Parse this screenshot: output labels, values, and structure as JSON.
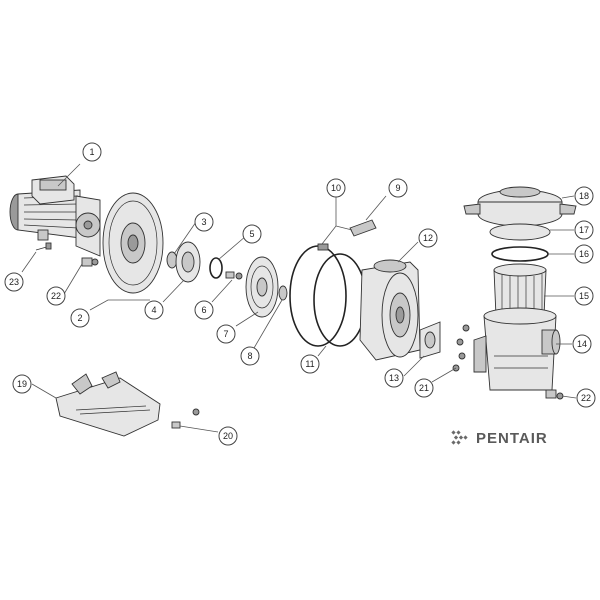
{
  "brand": {
    "name": "PENTAIR",
    "color": "#5a5a5a",
    "logo_icon": "pentair-wave-logo-icon"
  },
  "callouts": [
    "1",
    "2",
    "3",
    "4",
    "5",
    "6",
    "7",
    "8",
    "9",
    "10",
    "11",
    "12",
    "13",
    "14",
    "15",
    "16",
    "17",
    "18",
    "19",
    "20",
    "21",
    "22",
    "22",
    "23"
  ],
  "parts": [
    "motor",
    "seal-plate",
    "diffuser-oring",
    "diffuser",
    "impeller-ring",
    "impeller-screw",
    "impeller",
    "shaft-seal",
    "lid-wrench",
    "clamp-band",
    "clamp-oring",
    "pump-housing",
    "gasket",
    "strainer-pot",
    "strainer-basket",
    "lid-oring",
    "lid-ring",
    "lid",
    "motor-base",
    "base-screws",
    "housing-screws",
    "drain-plug",
    "motor-bolt"
  ],
  "colors": {
    "line": "#333333",
    "fill_light": "#e6e6e6",
    "fill_dark": "#9a9a9a"
  }
}
